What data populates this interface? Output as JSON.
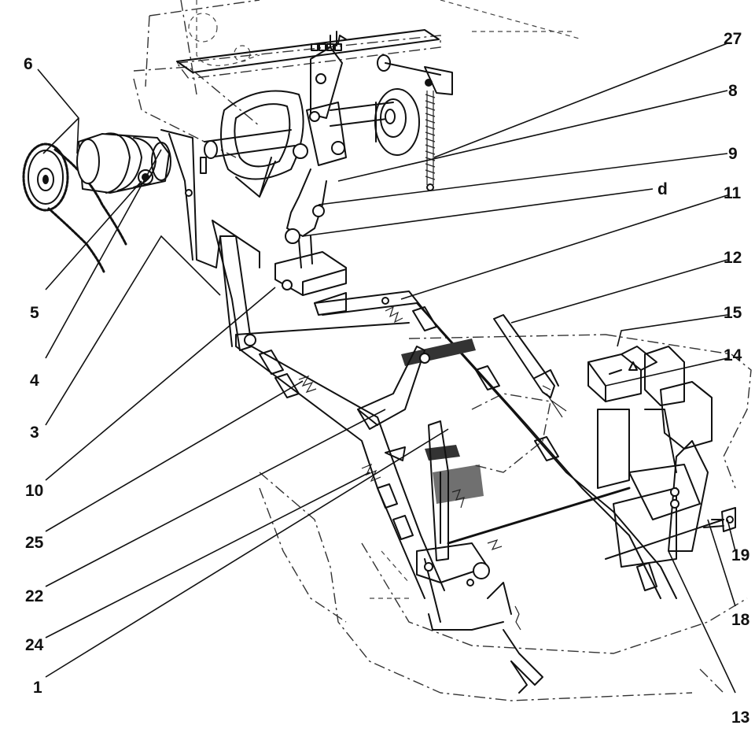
{
  "colors": {
    "ink": "#111111",
    "paper": "#ffffff"
  },
  "labels": {
    "l6": "6",
    "l5": "5",
    "l4": "4",
    "l3": "3",
    "l10": "10",
    "l25": "25",
    "l22": "22",
    "l24": "24",
    "l1": "1",
    "l27": "27",
    "l8": "8",
    "l9": "9",
    "ld": "d",
    "l11": "11",
    "l12": "12",
    "l15": "15",
    "l14": "14",
    "l19": "19",
    "l18": "18",
    "l13": "13"
  }
}
